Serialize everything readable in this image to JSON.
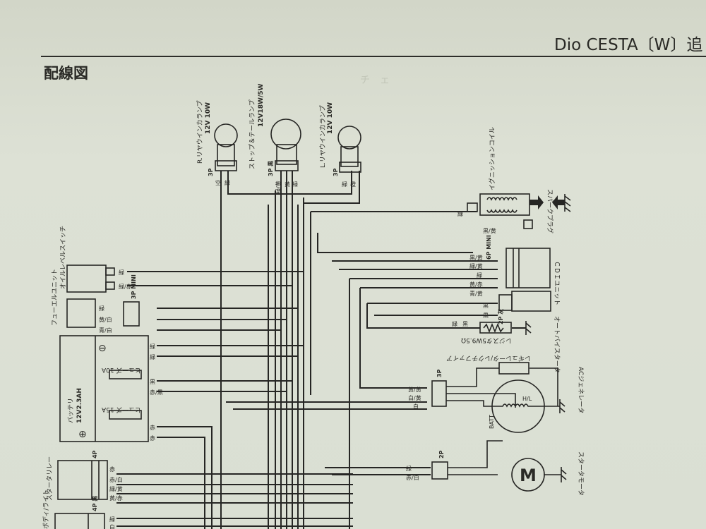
{
  "header": {
    "title": "Dio CESTA〔W〕追",
    "section": "配線図",
    "faint_marks": "チ　ェ"
  },
  "components": {
    "r_lamp": {
      "name": "R.リヤウインカランプ",
      "spec": "12V 10W",
      "conn": "3P",
      "wires": [
        "空",
        "緑"
      ]
    },
    "stop_lamp": {
      "name": "ストップ＆テールランプ",
      "spec": "12V18W/5W",
      "conn": "3P 黒",
      "wires": [
        "緑/黄",
        "黄",
        "緑"
      ]
    },
    "l_lamp": {
      "name": "L.リヤウインカランプ",
      "spec": "12V 10W",
      "conn": "3P",
      "wires": [
        "緑",
        "橙"
      ]
    },
    "ignition_coil": {
      "name": "イグニッションコイル",
      "wire_in": "緑",
      "wire_out": "黒/黄"
    },
    "spark_plug": {
      "name": "スパークプラグ"
    },
    "cdi": {
      "name": "ＣＤＩユニット",
      "conn": "6P MINI",
      "wires": [
        "黒/黄",
        "緑/黄",
        "緑",
        "黄/赤",
        "青/黄"
      ]
    },
    "auto_bystarter": {
      "name": "オートバイスタータ",
      "conn": "2P 灰",
      "wires": [
        "黒",
        "黒"
      ]
    },
    "resistor": {
      "name": "レジスタ5W9.5Ω",
      "wires": [
        "緑",
        "黒"
      ]
    },
    "oil_switch": {
      "name": "オイルレベルスイッチ",
      "wires": [
        "緑",
        "緑/赤"
      ]
    },
    "fuel_unit": {
      "name": "フューエルユニット",
      "conn": "3P MINI",
      "wires": [
        "緑",
        "黄/白",
        "青/白"
      ]
    },
    "battery": {
      "name": "バッテリ",
      "spec": "12V2.3AH",
      "fuse10": "ヒューズ 10A",
      "fuse15": "ヒューズ 15A",
      "minus": "⊖",
      "plus": "⊕",
      "wires": [
        "緑",
        "緑",
        "黒",
        "赤/黒",
        "赤",
        "赤"
      ]
    },
    "regulator": {
      "name": "レギュレータ/レクチファイア"
    },
    "ac_generator": {
      "name": "ACジェネレータ",
      "conn": "3P",
      "batt": "BATT",
      "hl": "H/L",
      "wires": [
        "黄/黄",
        "白/黄",
        "白"
      ]
    },
    "starter_motor": {
      "name": "スタータモータ",
      "conn": "2P",
      "symbol": "M",
      "wires": [
        "緑",
        "赤/白"
      ]
    },
    "regulator_rect": {
      "name": "レギュレータ/レクチファイア"
    },
    "starter_relay": {
      "name": "スタータリレー",
      "conn": "4P",
      "wires": [
        "赤",
        "赤/白",
        "緑/黄",
        "黄/赤"
      ]
    },
    "lower_unit": {
      "name": "ボディ/ライト",
      "conn": "4P 黒",
      "wires": [
        "緑",
        "白"
      ]
    }
  },
  "colors": {
    "paper": "#d8dccf",
    "ink": "#262624"
  }
}
